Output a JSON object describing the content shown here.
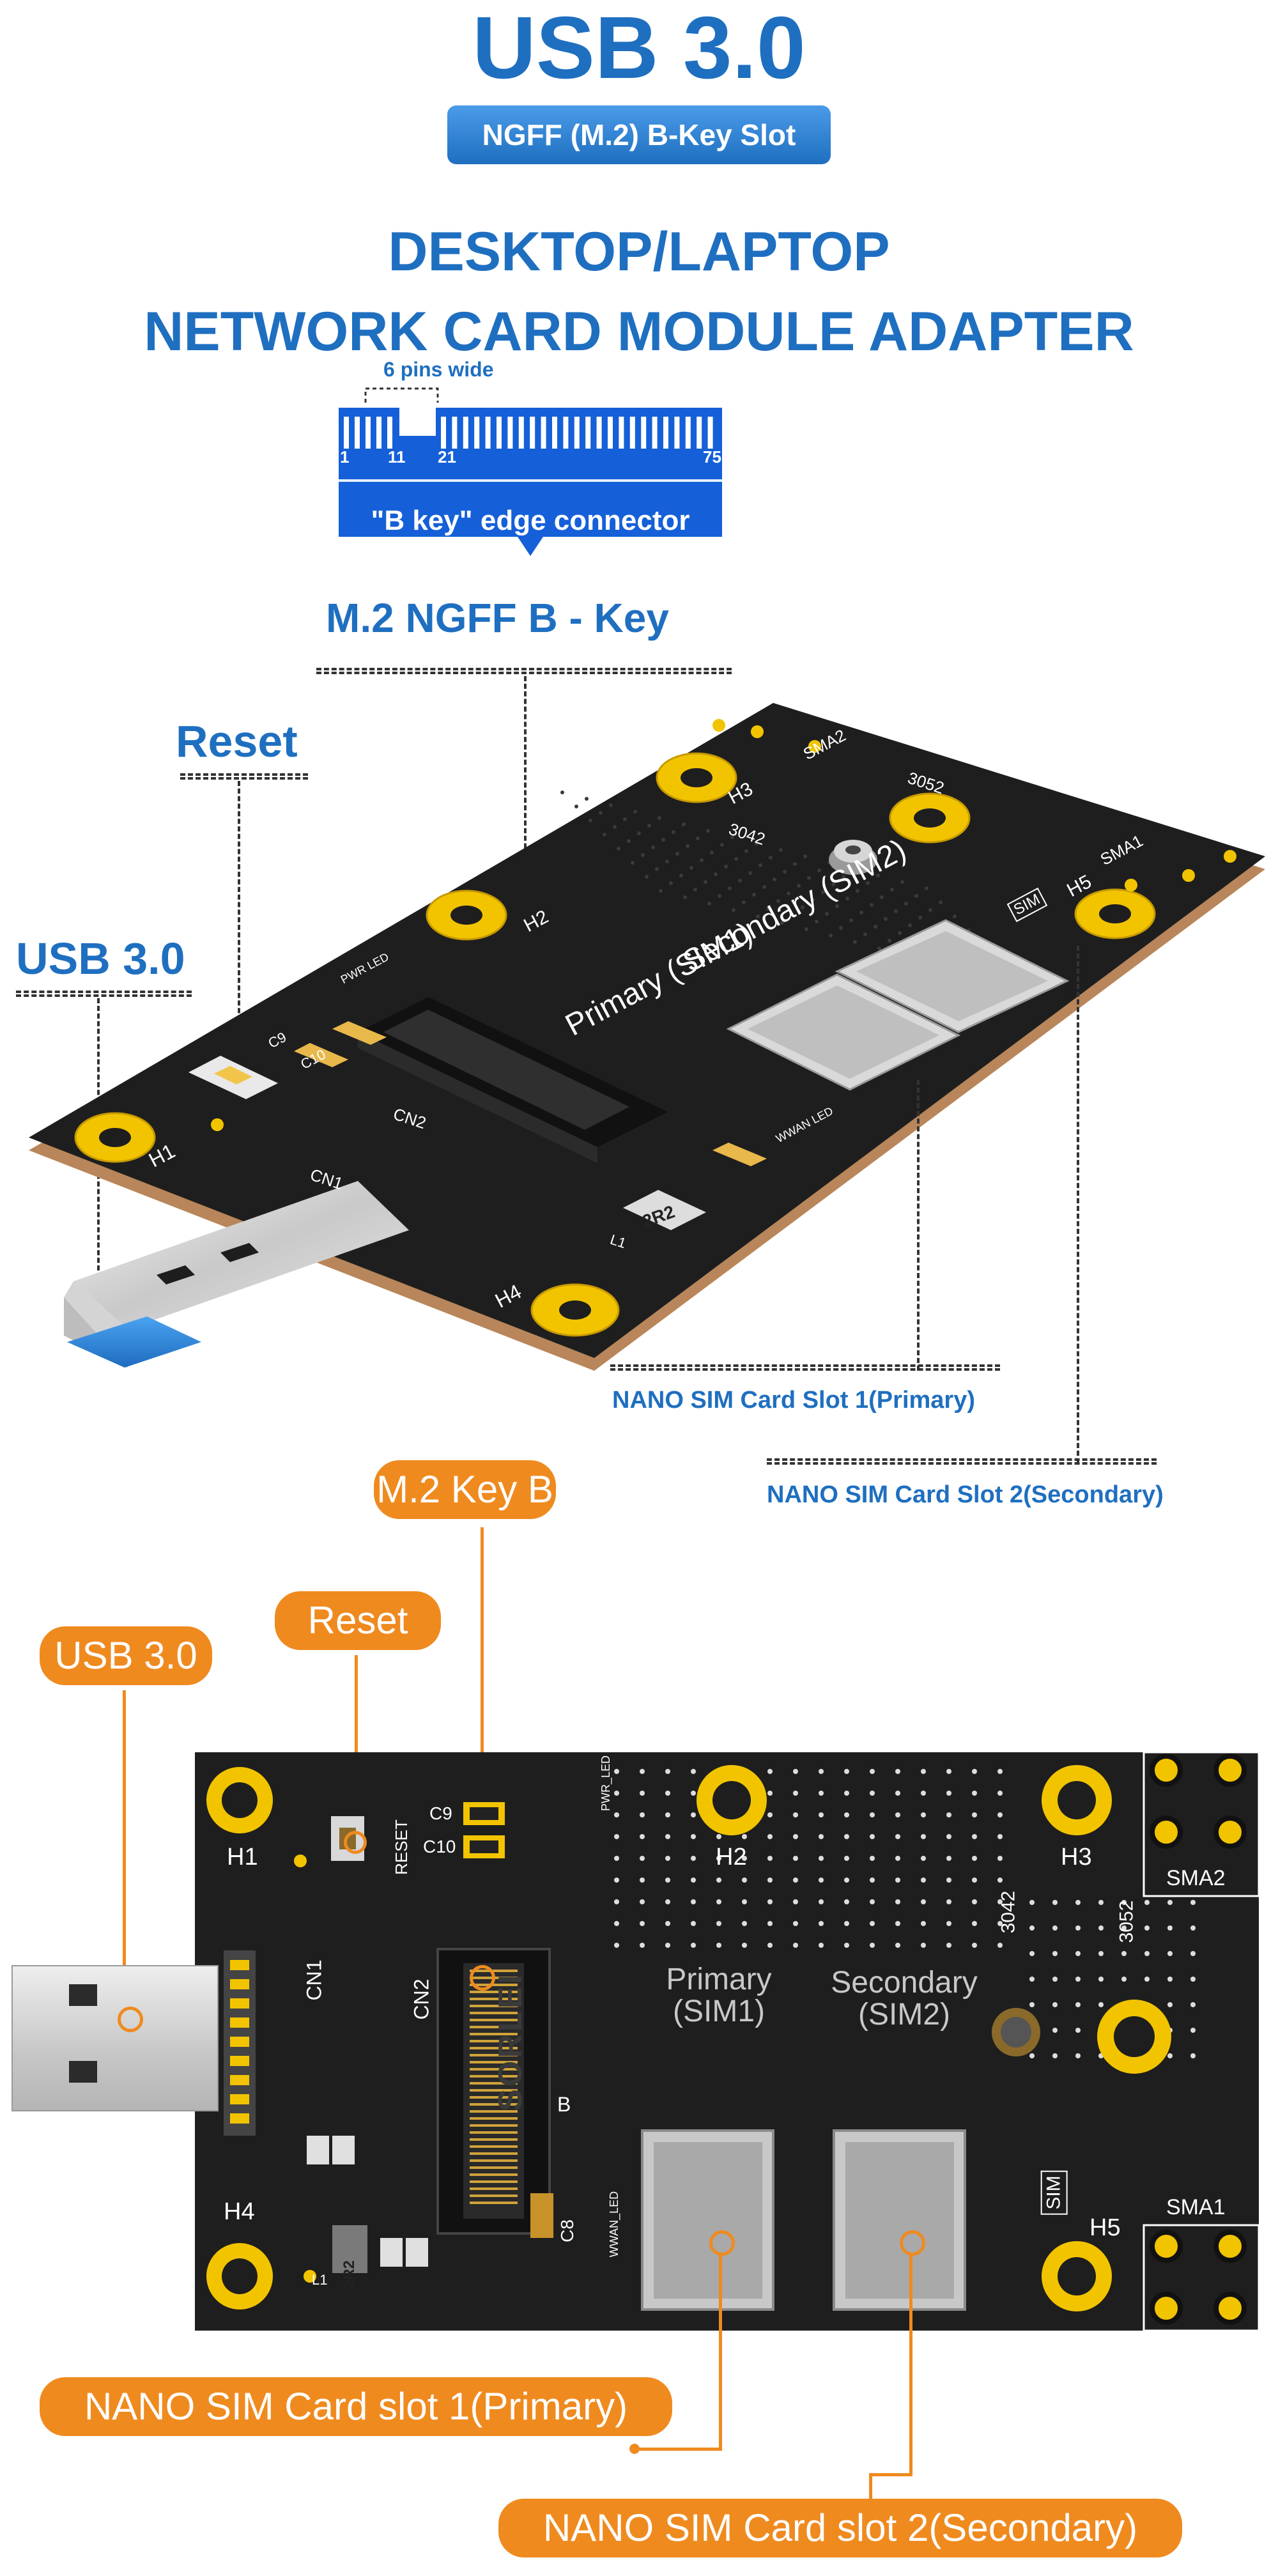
{
  "title": "USB 3.0",
  "subtitle_pill": "NGFF (M.2) B-Key Slot",
  "heading_line1": "DESKTOP/LAPTOP",
  "heading_line2": "NETWORK CARD MODULE ADAPTER",
  "connector": {
    "pins_note": "6 pins wide",
    "pin_labels": [
      "1",
      "11",
      "21",
      "75"
    ],
    "edge_label": "\"B key\" edge connector",
    "name": "M.2  NGFF  B - Key"
  },
  "top_callouts": {
    "reset": "Reset",
    "usb": "USB 3.0",
    "sim1": "NANO SIM Card Slot 1(Primary)",
    "sim2": "NANO SIM Card Slot 2(Secondary)"
  },
  "top_board": {
    "silk": [
      "H1",
      "H2",
      "H3",
      "H4",
      "H5",
      "CN1",
      "CN2",
      "SMA1",
      "SMA2",
      "3042",
      "3052",
      "SIM",
      "2R2",
      "L1",
      "C9",
      "C10",
      "PWR LED",
      "WWAN LED"
    ],
    "primary": "Primary (SIM1)",
    "secondary": "Secondary (SIM2)"
  },
  "bottom_callouts": {
    "m2": "M.2 Key B",
    "reset": "Reset",
    "usb": "USB 3.0",
    "sim1": "NANO SIM Card slot 1(Primary)",
    "sim2": "NANO SIM Card slot 2(Secondary)"
  },
  "bottom_board": {
    "h1": "H1",
    "h2": "H2",
    "h3": "H3",
    "h4": "H4",
    "h5": "H5",
    "cn1": "CN1",
    "cn2": "CN2",
    "sma1": "SMA1",
    "sma2": "SMA2",
    "n3042": "3042",
    "n3052": "3052",
    "reset": "RESET",
    "c9": "C9",
    "c10": "C10",
    "c8": "C8",
    "pwr_led": "PWR_LED",
    "wwan_led": "WWAN_LED",
    "primary1": "Primary",
    "primary2": "(SIM1)",
    "secondary1": "Secondary",
    "secondary2": "(SIM2)",
    "sim": "SIM",
    "b": "B",
    "l1": "L1",
    "inductor": "2R2",
    "brand": "SORLEI"
  },
  "colors": {
    "title_blue": "#1f6fc0",
    "connector_blue": "#1560d8",
    "callout_orange": "#ef8a1f",
    "pcb_black": "#1e1e1e",
    "pad_gold": "#f2c400",
    "usb_blue": "#2a7fd4"
  }
}
